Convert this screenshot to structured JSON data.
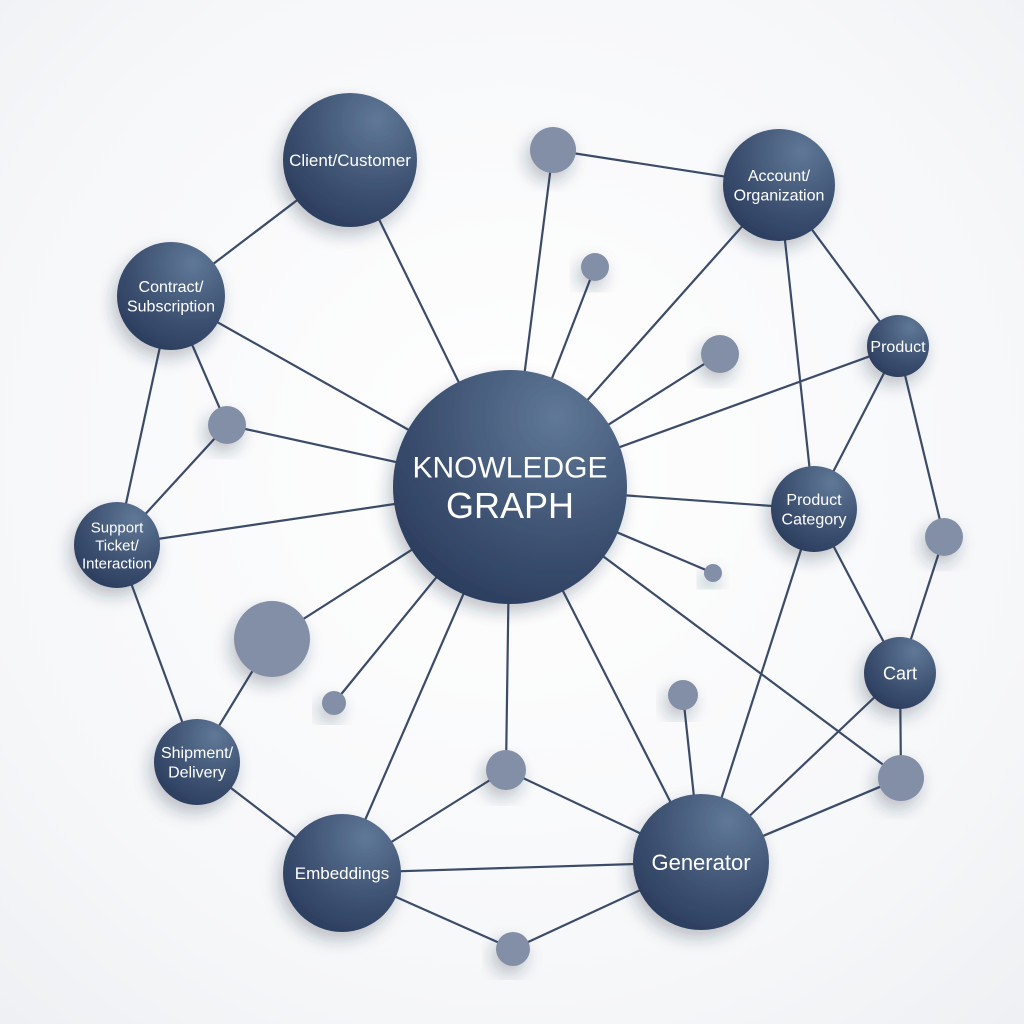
{
  "colors": {
    "node_dark": "#2c3d5a",
    "node_light": "#607897",
    "node_small": "#828fa7",
    "edge": "#3c4c68",
    "label": "#ffffff"
  },
  "nodes": [
    {
      "id": "kg",
      "lines": [
        "KNOWLEDGE",
        "GRAPH"
      ]
    },
    {
      "id": "client",
      "lines": [
        "Client/Customer"
      ]
    },
    {
      "id": "account",
      "lines": [
        "Account/",
        "Organization"
      ]
    },
    {
      "id": "contract",
      "lines": [
        "Contract/",
        "Subscription"
      ]
    },
    {
      "id": "product",
      "lines": [
        "Product"
      ]
    },
    {
      "id": "category",
      "lines": [
        "Product",
        "Category"
      ]
    },
    {
      "id": "support",
      "lines": [
        "Support",
        "Ticket/",
        "Interaction"
      ]
    },
    {
      "id": "cart",
      "lines": [
        "Cart"
      ]
    },
    {
      "id": "shipment",
      "lines": [
        "Shipment/",
        "Delivery"
      ]
    },
    {
      "id": "embeddings",
      "lines": [
        "Embeddings"
      ]
    },
    {
      "id": "generator",
      "lines": [
        "Generator"
      ]
    },
    {
      "id": "s1",
      "lines": []
    },
    {
      "id": "s2",
      "lines": []
    },
    {
      "id": "s3",
      "lines": []
    },
    {
      "id": "s4",
      "lines": []
    },
    {
      "id": "s5",
      "lines": []
    },
    {
      "id": "s6",
      "lines": []
    },
    {
      "id": "s7",
      "lines": []
    },
    {
      "id": "s8",
      "lines": []
    },
    {
      "id": "s9",
      "lines": []
    },
    {
      "id": "s10",
      "lines": []
    },
    {
      "id": "s11",
      "lines": []
    },
    {
      "id": "s12",
      "lines": []
    }
  ],
  "edges": [
    [
      "client",
      "contract"
    ],
    [
      "client",
      "kg"
    ],
    [
      "contract",
      "kg"
    ],
    [
      "contract",
      "s4"
    ],
    [
      "contract",
      "support"
    ],
    [
      "s4",
      "kg"
    ],
    [
      "s4",
      "support"
    ],
    [
      "support",
      "kg"
    ],
    [
      "support",
      "shipment"
    ],
    [
      "shipment",
      "s7"
    ],
    [
      "s7",
      "kg"
    ],
    [
      "s8",
      "kg"
    ],
    [
      "shipment",
      "embeddings"
    ],
    [
      "embeddings",
      "kg"
    ],
    [
      "embeddings",
      "s10"
    ],
    [
      "embeddings",
      "generator"
    ],
    [
      "embeddings",
      "s12"
    ],
    [
      "s12",
      "generator"
    ],
    [
      "s10",
      "kg"
    ],
    [
      "s10",
      "generator"
    ],
    [
      "kg",
      "generator"
    ],
    [
      "s9",
      "generator"
    ],
    [
      "kg",
      "s11"
    ],
    [
      "generator",
      "cart"
    ],
    [
      "generator",
      "s11"
    ],
    [
      "cart",
      "s11"
    ],
    [
      "generator",
      "category"
    ],
    [
      "kg",
      "category"
    ],
    [
      "kg",
      "s6"
    ],
    [
      "kg",
      "s3"
    ],
    [
      "kg",
      "product"
    ],
    [
      "kg",
      "account"
    ],
    [
      "kg",
      "s1"
    ],
    [
      "kg",
      "s2"
    ],
    [
      "s1",
      "account"
    ],
    [
      "account",
      "category"
    ],
    [
      "account",
      "product"
    ],
    [
      "product",
      "category"
    ],
    [
      "product",
      "s5"
    ],
    [
      "s5",
      "cart"
    ],
    [
      "category",
      "cart"
    ]
  ]
}
